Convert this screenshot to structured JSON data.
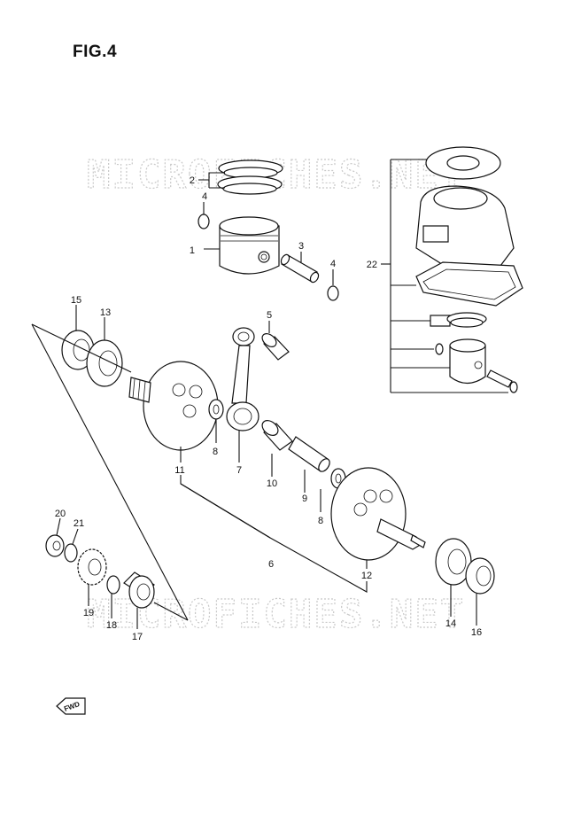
{
  "figure": {
    "title": "FIG.4",
    "watermark": "MICROFICHES.NET",
    "fwd_label": "FWD"
  },
  "callouts": [
    "1",
    "2",
    "3",
    "4",
    "4",
    "5",
    "6",
    "7",
    "8",
    "8",
    "9",
    "10",
    "11",
    "12",
    "13",
    "14",
    "15",
    "16",
    "17",
    "18",
    "19",
    "20",
    "21",
    "22"
  ],
  "colors": {
    "ink": "#111111",
    "watermark": "#c9c9c9",
    "background": "#ffffff"
  }
}
